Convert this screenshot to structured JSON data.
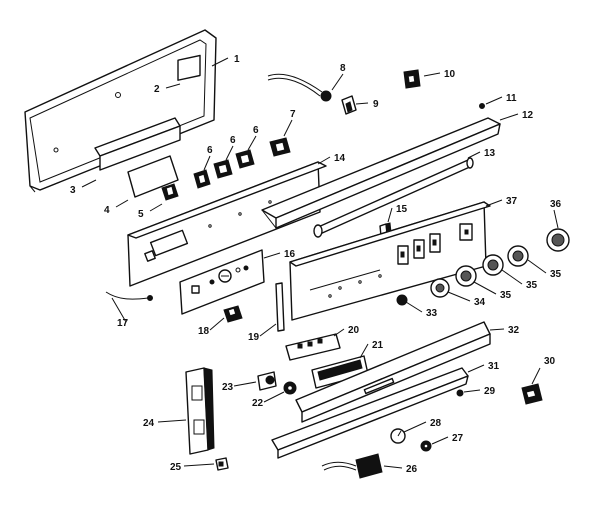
{
  "diagram": {
    "part_numbers": [
      "1",
      "2",
      "3",
      "4",
      "5",
      "6",
      "6",
      "6",
      "7",
      "8",
      "9",
      "10",
      "11",
      "12",
      "13",
      "14",
      "15",
      "16",
      "17",
      "18",
      "19",
      "20",
      "21",
      "22",
      "23",
      "24",
      "25",
      "26",
      "27",
      "28",
      "29",
      "30",
      "31",
      "32",
      "33",
      "34",
      "35",
      "35",
      "35",
      "36",
      "37"
    ]
  }
}
